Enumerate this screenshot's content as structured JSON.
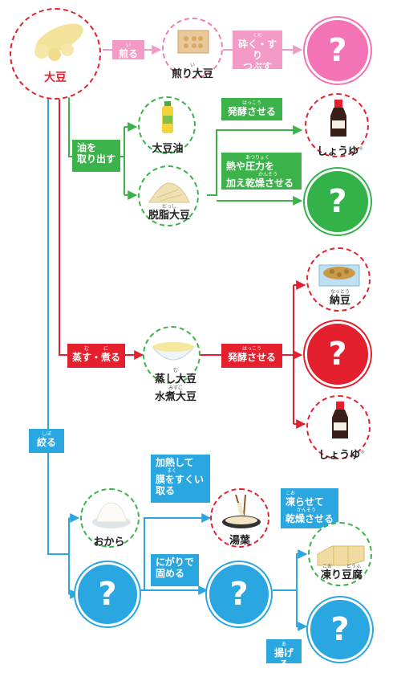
{
  "colors": {
    "red": "#e4202e",
    "pink": "#f49ac6",
    "green": "#3bb34a",
    "blue": "#2aa7e0",
    "q_pink": "#f472b6"
  },
  "nodes": {
    "daizu": "大豆",
    "iri_daizu_ruby": "い",
    "iri_daizu": "煎り大豆",
    "daizu_yu": "大豆油",
    "shoyu": "しょうゆ",
    "shoyu_mark": "※",
    "dasshi_ruby": "だっし",
    "dasshi": "脱脂大豆",
    "natto_ruby": "なっとう",
    "natto": "納豆",
    "mushi_ruby": "む",
    "mushi": "蒸し大豆",
    "mizuni_ruby": "みずに",
    "mizuni": "水煮大豆",
    "okara": "おから",
    "yuba": "湯葉",
    "koori_ruby": "こお　　　どうふ",
    "koori_tofu": "凍り豆腐",
    "unknown": "?"
  },
  "labels": {
    "iru_ruby": "い",
    "iru": "煎る",
    "kudaku_ruby": "くだ",
    "kudaku_1": "砕く・すり",
    "kudaku_2": "つぶす",
    "abura_1": "油を",
    "abura_2": "取り出す",
    "hakko_ruby": "はっこう",
    "hakko": "発酵させる",
    "netsu_ruby": "あつりょく",
    "netsu_1": "熱や圧力を",
    "netsu_ruby2": "かんそう",
    "netsu_2": "加え乾燥させる",
    "musu_ruby": "む　　　に",
    "musu": "蒸す・煮る",
    "hakko2_ruby": "はっこう",
    "hakko2": "発酵させる",
    "shiboru_ruby": "しぼ",
    "shiboru": "絞る",
    "kanetsu_1": "加熱して",
    "kanetsu_ruby": "まく",
    "kanetsu_2": "膜をすくい",
    "kanetsu_3": "取る",
    "nigari_1": "にがりで",
    "nigari_2": "固める",
    "koora_ruby": "こお",
    "koora_1": "凍らせて",
    "koora_ruby2": "かんそう",
    "koora_2": "乾燥させる",
    "ageru_ruby": "あ",
    "ageru": "揚げる"
  }
}
